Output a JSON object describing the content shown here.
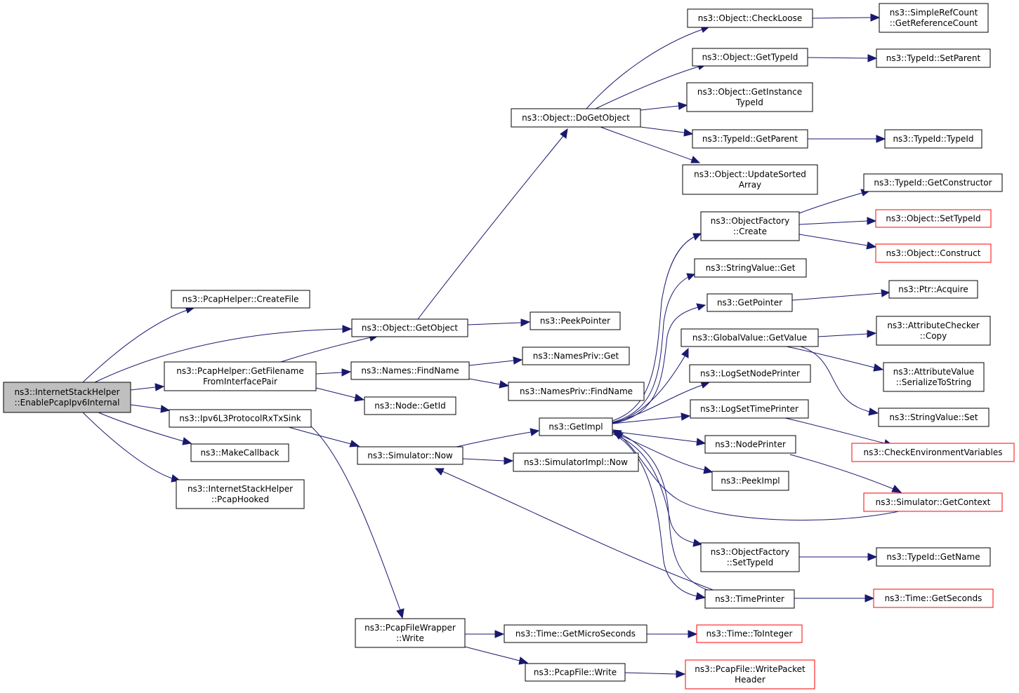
{
  "colors": {
    "edge": "#191970",
    "node_border": "#000000",
    "node_border_truncated": "#ff0000",
    "root_fill": "#bfbfbf",
    "node_fill": "#ffffff"
  },
  "nodes": [
    {
      "id": "root",
      "lines": [
        "ns3::InternetStackHelper",
        "::EnablePcapIpv6Internal"
      ],
      "root": true
    },
    {
      "id": "createfile",
      "lines": [
        "ns3::PcapHelper::CreateFile"
      ]
    },
    {
      "id": "getobject",
      "lines": [
        "ns3::Object::GetObject"
      ]
    },
    {
      "id": "getfilename",
      "lines": [
        "ns3::PcapHelper::GetFilename",
        "FromInterfacePair"
      ]
    },
    {
      "id": "ipv6sink",
      "lines": [
        "ns3::Ipv6L3ProtocolRxTxSink"
      ]
    },
    {
      "id": "makecallback",
      "lines": [
        "ns3::MakeCallback"
      ]
    },
    {
      "id": "pcaphooked",
      "lines": [
        "ns3::InternetStackHelper",
        "::PcapHooked"
      ]
    },
    {
      "id": "dogetobject",
      "lines": [
        "ns3::Object::DoGetObject"
      ]
    },
    {
      "id": "peekpointer",
      "lines": [
        "ns3::PeekPointer"
      ]
    },
    {
      "id": "findname",
      "lines": [
        "ns3::Names::FindName"
      ]
    },
    {
      "id": "nodegetid",
      "lines": [
        "ns3::Node::GetId"
      ]
    },
    {
      "id": "simnow",
      "lines": [
        "ns3::Simulator::Now"
      ]
    },
    {
      "id": "pfwwrite",
      "lines": [
        "ns3::PcapFileWrapper",
        "::Write"
      ]
    },
    {
      "id": "checkloose",
      "lines": [
        "ns3::Object::CheckLoose"
      ]
    },
    {
      "id": "gettypeid",
      "lines": [
        "ns3::Object::GetTypeId"
      ]
    },
    {
      "id": "getinstancetypeid",
      "lines": [
        "ns3::Object::GetInstance",
        "TypeId"
      ]
    },
    {
      "id": "getparent",
      "lines": [
        "ns3::TypeId::GetParent"
      ]
    },
    {
      "id": "updatesorted",
      "lines": [
        "ns3::Object::UpdateSorted",
        "Array"
      ]
    },
    {
      "id": "getrefcount",
      "lines": [
        "ns3::SimpleRefCount",
        "::GetReferenceCount"
      ]
    },
    {
      "id": "setparent",
      "lines": [
        "ns3::TypeId::SetParent"
      ]
    },
    {
      "id": "typeidtypeid",
      "lines": [
        "ns3::TypeId::TypeId"
      ]
    },
    {
      "id": "namesprivget",
      "lines": [
        "ns3::NamesPriv::Get"
      ]
    },
    {
      "id": "namesprivfind",
      "lines": [
        "ns3::NamesPriv::FindName"
      ]
    },
    {
      "id": "getimpl",
      "lines": [
        "ns3::GetImpl"
      ]
    },
    {
      "id": "simimplnow",
      "lines": [
        "ns3::SimulatorImpl::Now"
      ]
    },
    {
      "id": "getmicro",
      "lines": [
        "ns3::Time::GetMicroSeconds"
      ]
    },
    {
      "id": "pcapfilewrite",
      "lines": [
        "ns3::PcapFile::Write"
      ]
    },
    {
      "id": "ofcreate",
      "lines": [
        "ns3::ObjectFactory",
        "::Create"
      ]
    },
    {
      "id": "stringvalueget",
      "lines": [
        "ns3::StringValue::Get"
      ]
    },
    {
      "id": "getpointer",
      "lines": [
        "ns3::GetPointer"
      ]
    },
    {
      "id": "gvgetvalue",
      "lines": [
        "ns3::GlobalValue::GetValue"
      ]
    },
    {
      "id": "logsetnode",
      "lines": [
        "ns3::LogSetNodePrinter"
      ]
    },
    {
      "id": "logsettime",
      "lines": [
        "ns3::LogSetTimePrinter"
      ]
    },
    {
      "id": "nodeprinter",
      "lines": [
        "ns3::NodePrinter"
      ]
    },
    {
      "id": "peekimpl",
      "lines": [
        "ns3::PeekImpl"
      ]
    },
    {
      "id": "ofsettypeid",
      "lines": [
        "ns3::ObjectFactory",
        "::SetTypeId"
      ]
    },
    {
      "id": "timeprinter",
      "lines": [
        "ns3::TimePrinter"
      ]
    },
    {
      "id": "getconstructor",
      "lines": [
        "ns3::TypeId::GetConstructor"
      ]
    },
    {
      "id": "objsettypeid",
      "lines": [
        "ns3::Object::SetTypeId"
      ],
      "truncated": true
    },
    {
      "id": "objconstruct",
      "lines": [
        "ns3::Object::Construct"
      ],
      "truncated": true
    },
    {
      "id": "ptracquire",
      "lines": [
        "ns3::Ptr::Acquire"
      ]
    },
    {
      "id": "accopy",
      "lines": [
        "ns3::AttributeChecker",
        "::Copy"
      ]
    },
    {
      "id": "avserialize",
      "lines": [
        "ns3::AttributeValue",
        "::SerializeToString"
      ]
    },
    {
      "id": "svset",
      "lines": [
        "ns3::StringValue::Set"
      ]
    },
    {
      "id": "checkenv",
      "lines": [
        "ns3::CheckEnvironmentVariables"
      ],
      "truncated": true
    },
    {
      "id": "simgetcontext",
      "lines": [
        "ns3::Simulator::GetContext"
      ],
      "truncated": true
    },
    {
      "id": "typeidgetname",
      "lines": [
        "ns3::TypeId::GetName"
      ]
    },
    {
      "id": "timegetseconds",
      "lines": [
        "ns3::Time::GetSeconds"
      ],
      "truncated": true
    },
    {
      "id": "timetointeger",
      "lines": [
        "ns3::Time::ToInteger"
      ],
      "truncated": true
    },
    {
      "id": "writepacketheader",
      "lines": [
        "ns3::PcapFile::WritePacket",
        "Header"
      ],
      "truncated": true
    }
  ]
}
